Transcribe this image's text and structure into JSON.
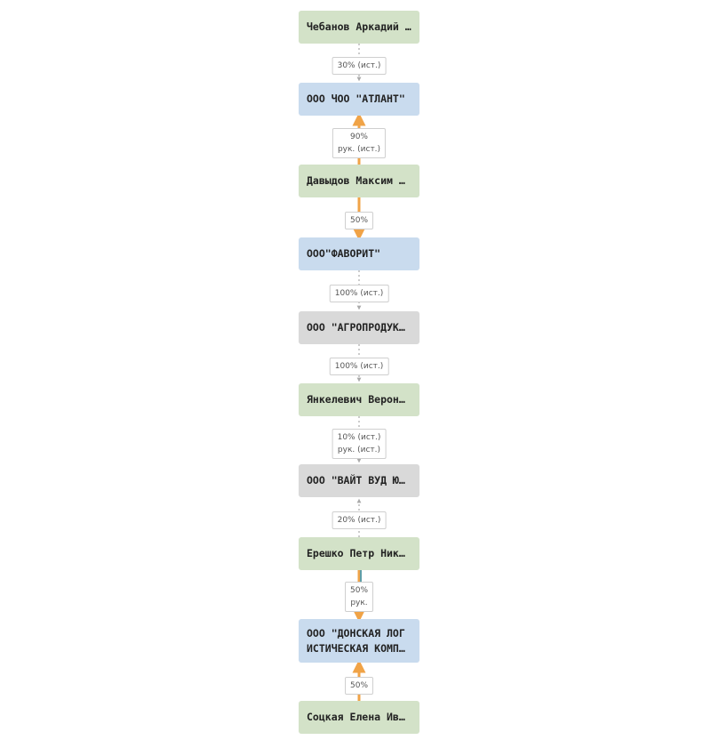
{
  "nodes": [
    {
      "id": "n1",
      "label": "Чебанов Аркадий …",
      "kind": "person"
    },
    {
      "id": "n2",
      "label": "ООО ЧОО \"АТЛАНТ\"",
      "kind": "company"
    },
    {
      "id": "n3",
      "label": "Давыдов Максим …",
      "kind": "person"
    },
    {
      "id": "n4",
      "label": "ООО\"ФАВОРИТ\"",
      "kind": "company"
    },
    {
      "id": "n5",
      "label": "ООО \"АГРОПРОДУК…",
      "kind": "inactive"
    },
    {
      "id": "n6",
      "label": "Янкелевич Верон…",
      "kind": "person"
    },
    {
      "id": "n7",
      "label": "ООО \"ВАЙТ ВУД Ю…",
      "kind": "inactive"
    },
    {
      "id": "n8",
      "label": "Ерешко Петр Ник…",
      "kind": "person"
    },
    {
      "id": "n9",
      "label": "ООО \"ДОНСКАЯ ЛОГ\nИСТИЧЕСКАЯ КОМП…",
      "kind": "company"
    },
    {
      "id": "n10",
      "label": "Соцкая Елена Ив…",
      "kind": "person"
    }
  ],
  "links": [
    {
      "id": "l1",
      "label": "30% (ист.)",
      "style": "dotted",
      "direction": "down"
    },
    {
      "id": "l2",
      "label": "90%\nрук. (ист.)",
      "style": "solid-orange",
      "direction": "up"
    },
    {
      "id": "l3",
      "label": "50%",
      "style": "solid-orange",
      "direction": "down"
    },
    {
      "id": "l4",
      "label": "100% (ист.)",
      "style": "dotted",
      "direction": "down"
    },
    {
      "id": "l5",
      "label": "100% (ист.)",
      "style": "dotted",
      "direction": "down"
    },
    {
      "id": "l6",
      "label": "10% (ист.)\nрук. (ист.)",
      "style": "dotted",
      "direction": "down"
    },
    {
      "id": "l7",
      "label": "20% (ист.)",
      "style": "dotted",
      "direction": "up"
    },
    {
      "id": "l8",
      "label": "50%\nрук.",
      "style": "solid-orange-teal",
      "direction": "down"
    },
    {
      "id": "l9",
      "label": "50%",
      "style": "solid-orange",
      "direction": "up"
    }
  ],
  "colors": {
    "person": "#d3e2c8",
    "company": "#c9dbee",
    "inactive": "#d9d9d9",
    "orange_link": "#f0a347",
    "teal_link": "#5f9ea8",
    "dotted_link": "#a9a9a9"
  }
}
